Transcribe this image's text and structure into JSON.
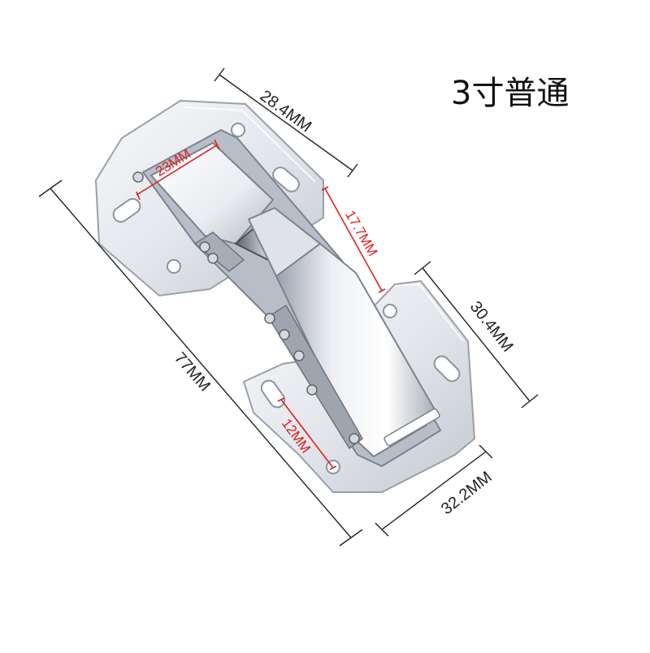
{
  "title": "3寸普通",
  "dimensions": {
    "top_width": "28.4MM",
    "upper_hole": "23MM",
    "arm_depth": "17.7MM",
    "right_height": "30.4MM",
    "total_length": "77MM",
    "lower_hole": "12MM",
    "bottom_width": "32.2MM"
  },
  "colors": {
    "dimension_line": "#222222",
    "red_marker": "#e0201e",
    "steel_light": "#f3f4f7",
    "steel_dark": "#8d94a0"
  }
}
